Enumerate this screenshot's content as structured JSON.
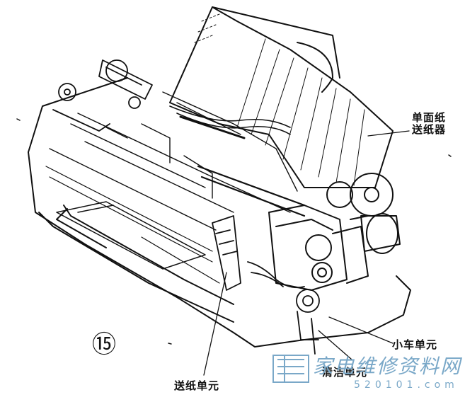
{
  "figure_number": "⑮",
  "labels": {
    "sheet_feeder_line1": "单面纸",
    "sheet_feeder_line2": "送纸器",
    "carriage_unit": "小车单元",
    "cleaning_unit": "清洁单元",
    "paper_feed_unit": "送纸单元"
  },
  "watermark": {
    "site_name": "家电维修资料网",
    "domain": "520101.com"
  },
  "colors": {
    "ink": "#111111",
    "paper": "#ffffff",
    "watermark": "#7aa8c8"
  }
}
